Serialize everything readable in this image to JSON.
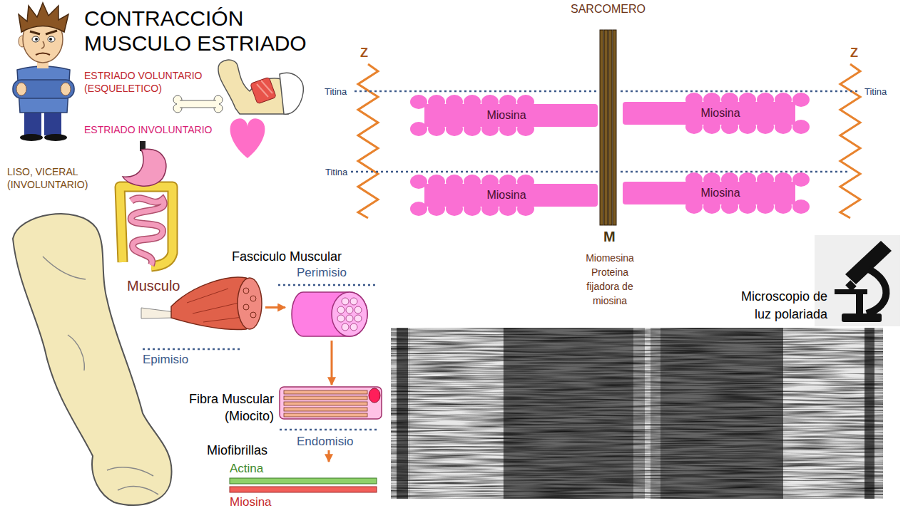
{
  "diagram": {
    "title": "CONTRACCIÓN MUSCULO ESTRIADO",
    "nodes": [
      {
        "text": [
          "Miosina"
        ]
      },
      {
        "text": [
          "Miosina"
        ]
      },
      {
        "text": [
          "Miosina"
        ]
      },
      {
        "text": [
          "Miosina"
        ]
      },
      {
        "text": [
          "Musculo",
          "Epimisio"
        ]
      },
      {
        "text": [
          "Perimisio"
        ]
      },
      {
        "text": [
          "Endomisio"
        ]
      },
      {
        "text": [
          "Actina",
          "Miosina"
        ]
      }
    ],
    "edges": [
      {
        "from": 4,
        "to": 5,
        "arrow": "to"
      },
      {
        "from": 5,
        "to": 6,
        "arrow": "to"
      },
      {
        "from": 6,
        "to": 7,
        "arrow": "to"
      }
    ],
    "labels": [
      "ESTRIADO VOLUNTARIO (ESQUELETICO)",
      "ESTRIADO INVOLUNTARIO",
      "LISO, VICERAL (INVOLUNTARIO)",
      "SARCOMERO",
      "Z",
      "Z",
      "Titina",
      "Titina",
      "Titina",
      "M",
      "Miomesina Proteina fijadora de miosina",
      "Microscopio de luz polariada",
      "Fasciculo Muscular",
      "Fibra Muscular (Miocito)",
      "Miofibrillas"
    ]
  }
}
